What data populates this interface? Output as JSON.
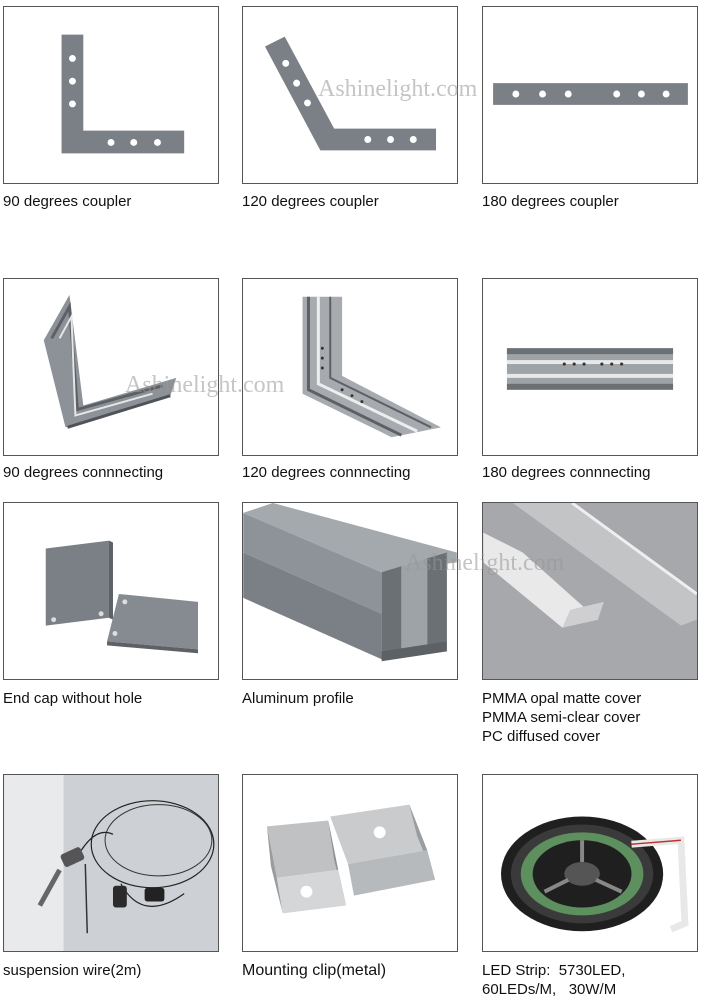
{
  "watermark": "Ashinelight.com",
  "items": [
    {
      "caption": [
        "90 degrees coupler"
      ]
    },
    {
      "caption": [
        "120 degrees coupler"
      ]
    },
    {
      "caption": [
        "180 degrees coupler"
      ]
    },
    {
      "caption": [
        "90 degrees connnecting"
      ]
    },
    {
      "caption": [
        "120 degrees connnecting"
      ]
    },
    {
      "caption": [
        "180 degrees connnecting"
      ]
    },
    {
      "caption": [
        "End cap without hole"
      ]
    },
    {
      "caption": [
        "Aluminum profile"
      ]
    },
    {
      "caption": [
        "PMMA opal matte cover",
        "PMMA semi-clear cover",
        "PC diffused cover"
      ]
    },
    {
      "caption": [
        "suspension wire(2m)"
      ]
    },
    {
      "caption": [
        "Mounting clip(metal)"
      ]
    },
    {
      "caption": [
        "LED Strip:  5730LED,",
        "60LEDs/M,   30W/M"
      ]
    }
  ],
  "colors": {
    "metal": "#7b8086",
    "metal_dark": "#5d6166",
    "border": "#555555"
  }
}
